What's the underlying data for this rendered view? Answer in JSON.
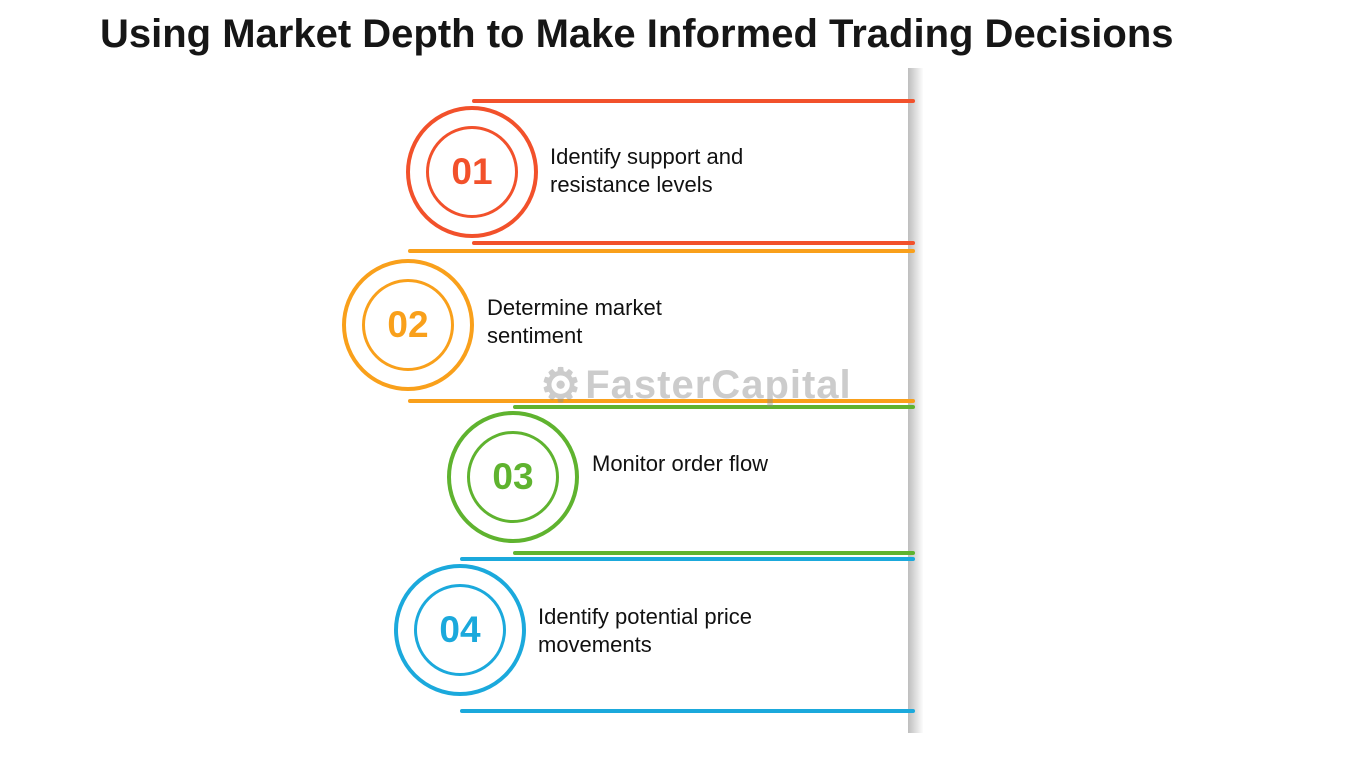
{
  "title": "Using Market Depth to Make Informed Trading Decisions",
  "watermark": {
    "text": "FasterCapital"
  },
  "steps": [
    {
      "number": "01",
      "label": "Identify support and resistance levels",
      "color": "#F2512B"
    },
    {
      "number": "02",
      "label": "Determine market sentiment",
      "color": "#F9A01B"
    },
    {
      "number": "03",
      "label": "Monitor order flow",
      "color": "#5FB32F"
    },
    {
      "number": "04",
      "label": "Identify potential price movements",
      "color": "#1BA9DC"
    }
  ]
}
